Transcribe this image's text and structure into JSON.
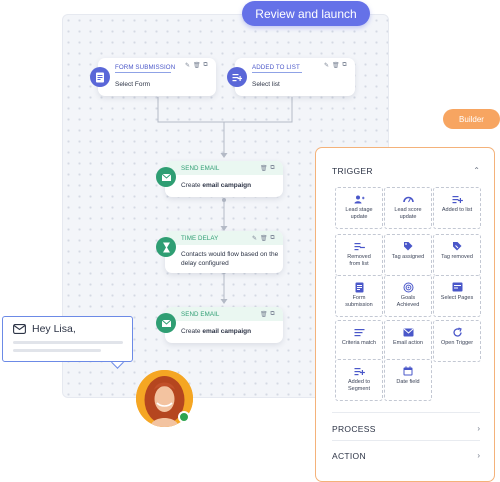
{
  "header": {
    "review_button": "Review and launch",
    "builder_badge": "Builder"
  },
  "flow": {
    "form_submission": {
      "title": "FORM SUBMISSION",
      "text": "Select Form"
    },
    "added_to_list": {
      "title": "ADDED TO LIST",
      "text": "Select list"
    },
    "send_email_1": {
      "title": "SEND EMAIL",
      "text_prefix": "Create ",
      "text_bold": "email campaign"
    },
    "time_delay": {
      "title": "TIME DELAY",
      "line1": "Contacts would flow based on the",
      "line2": "delay configured"
    },
    "send_email_2": {
      "title": "SEND EMAIL",
      "text_prefix": "Create ",
      "text_bold": "email campaign"
    }
  },
  "builder": {
    "trigger_label": "TRIGGER",
    "tiles": [
      {
        "line1": "Lead stage",
        "line2": "update",
        "icon": "user-icon"
      },
      {
        "line1": "Lead score",
        "line2": "update",
        "icon": "gauge-icon"
      },
      {
        "line1": "Added to list",
        "line2": "",
        "icon": "list-add-icon"
      },
      {
        "line1": "Removed",
        "line2": "from list",
        "icon": "list-remove-icon"
      },
      {
        "line1": "Tag assigned",
        "line2": "",
        "icon": "tag-icon"
      },
      {
        "line1": "Tag removed",
        "line2": "",
        "icon": "tag-remove-icon"
      },
      {
        "line1": "Form",
        "line2": "submission",
        "icon": "form-icon"
      },
      {
        "line1": "Goals",
        "line2": "Achieved",
        "icon": "target-icon"
      },
      {
        "line1": "Select Pages",
        "line2": "",
        "icon": "pages-icon"
      },
      {
        "line1": "Criteria match",
        "line2": "",
        "icon": "criteria-icon"
      },
      {
        "line1": "Email action",
        "line2": "",
        "icon": "email-icon"
      },
      {
        "line1": "Open Trigger",
        "line2": "",
        "icon": "refresh-icon"
      },
      {
        "line1": "Added to",
        "line2": "Segment",
        "icon": "segment-icon"
      },
      {
        "line1": "Date field",
        "line2": "",
        "icon": "calendar-icon"
      }
    ],
    "process_label": "PROCESS",
    "action_label": "ACTION"
  },
  "chat": {
    "greeting": "Hey Lisa,"
  },
  "colors": {
    "primary": "#6571e8",
    "builder_accent": "#f7a561",
    "action_green": "#2f9e73",
    "trigger_blue": "#5a67d8",
    "online": "#2ea44f"
  }
}
